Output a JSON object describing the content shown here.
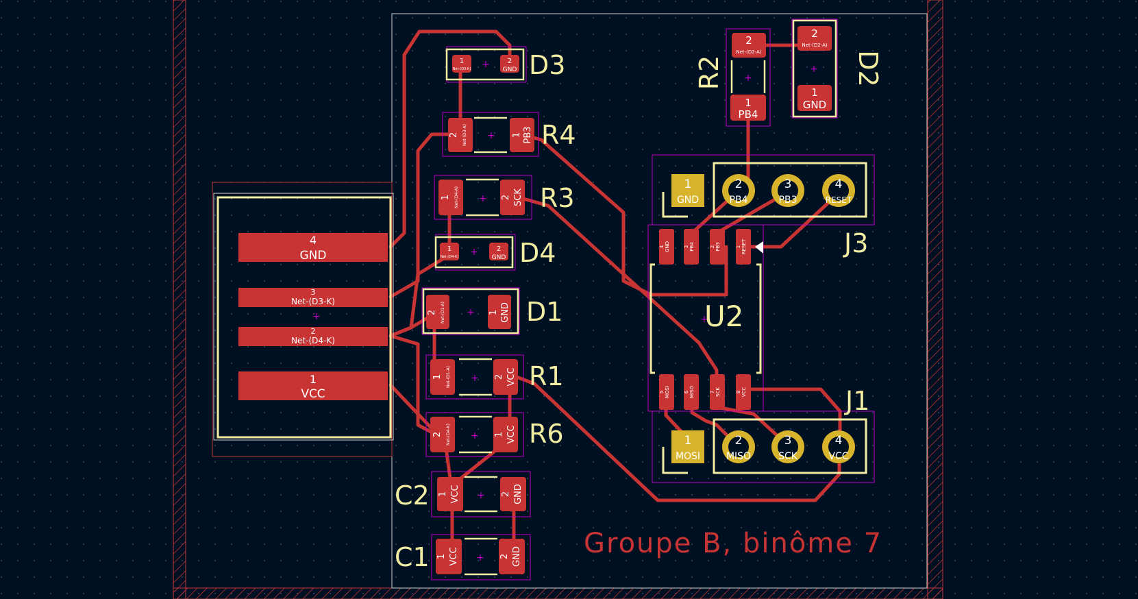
{
  "board_title": "Groupe B, binôme 7",
  "colors": {
    "background": "#001023",
    "copper": "#c83434",
    "silkscreen": "#f2eda1",
    "courtyard": "#c000c0",
    "edge": "#d0d2cd",
    "pad_text": "#ffffff",
    "keepout": "#c83434"
  },
  "connector": {
    "pads": [
      {
        "num": "4",
        "net": "GND"
      },
      {
        "num": "3",
        "net": "Net-(D3-K)"
      },
      {
        "num": "2",
        "net": "Net-(D4-K)"
      },
      {
        "num": "1",
        "net": "VCC"
      }
    ]
  },
  "components": {
    "D3": {
      "ref": "D3",
      "pad1": "1",
      "pad1_net": "Net-(D3-K)",
      "pad2": "2",
      "pad2_net": "GND"
    },
    "R4": {
      "ref": "R4",
      "pad1": "1",
      "pad1_net": "PB3",
      "pad2": "2",
      "pad2_net": "Net-(D3-A)"
    },
    "R3": {
      "ref": "R3",
      "pad1": "1",
      "pad1_net": "Net-(D4-A)",
      "pad2": "2",
      "pad2_net": "SCK"
    },
    "D4": {
      "ref": "D4",
      "pad1": "1",
      "pad1_net": "Net-(D4-K)",
      "pad2": "2",
      "pad2_net": "GND"
    },
    "D1": {
      "ref": "D1",
      "pad1": "1",
      "pad1_net": "GND",
      "pad2": "2",
      "pad2_net": "Net-(D1-A)"
    },
    "R1": {
      "ref": "R1",
      "pad1": "1",
      "pad1_net": "Net-(D1-A)",
      "pad2": "2",
      "pad2_net": "VCC"
    },
    "R6": {
      "ref": "R6",
      "pad1": "1",
      "pad1_net": "VCC",
      "pad2": "2",
      "pad2_net": "Net-(D4-K)"
    },
    "C2": {
      "ref": "C2",
      "pad1": "1",
      "pad1_net": "VCC",
      "pad2": "2",
      "pad2_net": "GND"
    },
    "C1": {
      "ref": "C1",
      "pad1": "1",
      "pad1_net": "VCC",
      "pad2": "2",
      "pad2_net": "GND"
    },
    "R2": {
      "ref": "R2",
      "pad1": "1",
      "pad1_net": "PB4",
      "pad2": "2",
      "pad2_net": "Net-(D2-A)"
    },
    "D2": {
      "ref": "D2",
      "pad1": "1",
      "pad1_net": "GND",
      "pad2": "2",
      "pad2_net": "Net-(D2-A)"
    },
    "U2": {
      "ref": "U2",
      "top_pads": [
        {
          "num": "4",
          "net": "GND"
        },
        {
          "num": "3",
          "net": "PB4"
        },
        {
          "num": "2",
          "net": "PB3"
        },
        {
          "num": "1",
          "net": "RESET"
        }
      ],
      "bottom_pads": [
        {
          "num": "5",
          "net": "MOSI"
        },
        {
          "num": "6",
          "net": "MISO"
        },
        {
          "num": "7",
          "net": "SCK"
        },
        {
          "num": "8",
          "net": "VCC"
        }
      ]
    },
    "J3": {
      "ref": "J3",
      "pins": [
        {
          "num": "1",
          "net": "GND"
        },
        {
          "num": "2",
          "net": "PB4"
        },
        {
          "num": "3",
          "net": "PB3"
        },
        {
          "num": "4",
          "net": "RESET"
        }
      ]
    },
    "J1": {
      "ref": "J1",
      "pins": [
        {
          "num": "1",
          "net": "MOSI"
        },
        {
          "num": "2",
          "net": "MISO"
        },
        {
          "num": "3",
          "net": "SCK"
        },
        {
          "num": "4",
          "net": "VCC"
        }
      ]
    }
  }
}
